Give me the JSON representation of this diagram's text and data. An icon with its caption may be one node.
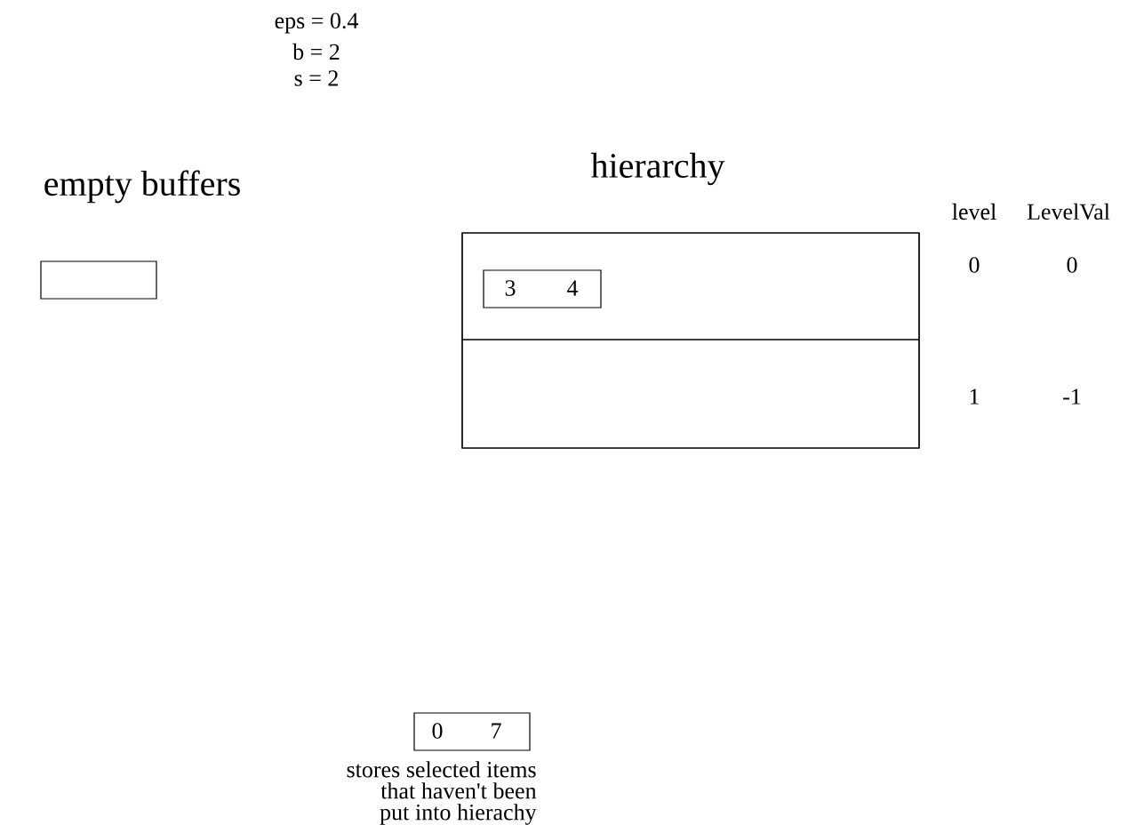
{
  "diagram": {
    "nodes": [
      {
        "text": [],
        "shape": "box"
      },
      {
        "text": [
          "hierarchy"
        ]
      },
      {
        "text": [],
        "shape": "box",
        "in": 1
      },
      {
        "text": [
          "3",
          "4"
        ],
        "in": 2
      },
      {
        "text": [],
        "shape": "box",
        "in": 1
      },
      {
        "text": [
          "0",
          "7"
        ],
        "beside": [
          "stores selected items that haven't been put into hierachy"
        ]
      }
    ],
    "edges": [],
    "labels": [
      "eps = 0.4",
      "b = 2",
      "s = 2",
      "empty buffers",
      "level",
      "LevelVal",
      "0",
      "0",
      "1",
      "-1"
    ]
  }
}
